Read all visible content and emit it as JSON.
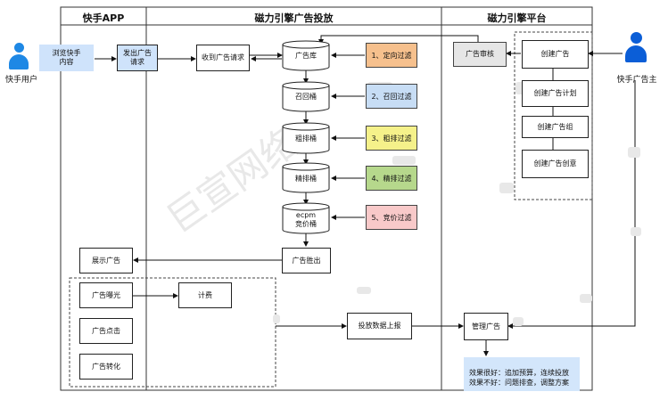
{
  "lanes": {
    "app": "快手APP",
    "engine": "磁力引擎广告投放",
    "platform": "磁力引擎平台"
  },
  "actors": {
    "user": "快手用户",
    "advertiser": "快手广告主"
  },
  "app_nodes": {
    "browse": "浏览快手\n内容",
    "send_request": "发出广告\n请求",
    "show_ad": "展示广告",
    "exposure": "广告曝光",
    "click": "广告点击",
    "convert": "广告转化",
    "billing": "计费"
  },
  "engine_nodes": {
    "receive": "收到广告请求",
    "ad_pool": "广告库",
    "recall_bucket": "召回桶",
    "coarse_bucket": "粗排桶",
    "fine_bucket": "精排桶",
    "ecpm_bucket": "ecpm\n竞价桶",
    "winner": "广告胜出",
    "report": "投放数据上报"
  },
  "filters": [
    {
      "label": "1、定向过滤",
      "color": "#f6c08d"
    },
    {
      "label": "2、召回过滤",
      "color": "#c7ddf5"
    },
    {
      "label": "3、粗排过滤",
      "color": "#f5f18a"
    },
    {
      "label": "4、精排过滤",
      "color": "#b6d88c"
    },
    {
      "label": "5、竞价过滤",
      "color": "#f8c9c9"
    }
  ],
  "platform_nodes": {
    "review": "广告审核",
    "create_ad": "创建广告",
    "create_plan": "创建广告计划",
    "create_group": "创建广告组",
    "create_creative": "创建广告创意",
    "manage": "管理广告"
  },
  "note": "效果很好：追加预算，连续投放\n效果不好：问题排查，调整方案",
  "watermark": "巨宣网络",
  "colors": {
    "actor_blue": "#1e88e5",
    "advertiser_blue": "#0b5ed7",
    "light_blue": "#cfe3fb",
    "note_blue": "#d3e6fb",
    "review_gray": "#e6e6e6"
  }
}
